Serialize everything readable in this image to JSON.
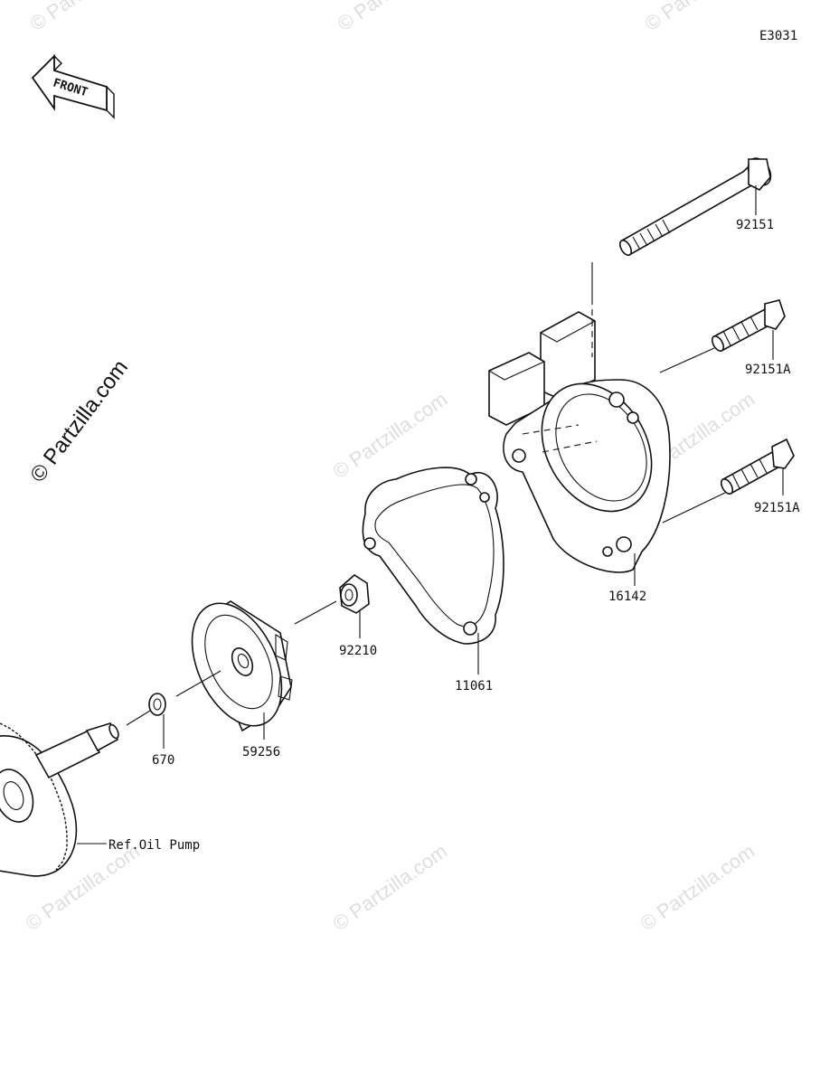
{
  "diagram": {
    "code": "E3031",
    "front_label": "FRONT",
    "watermark_main": "© Partzilla.com",
    "watermark_tile": "© Partzilla.com",
    "ref_note": "Ref.Oil Pump"
  },
  "parts": [
    {
      "id": "p1",
      "number": "92151"
    },
    {
      "id": "p2",
      "number": "92151A"
    },
    {
      "id": "p3",
      "number": "92151A"
    },
    {
      "id": "p4",
      "number": "16142"
    },
    {
      "id": "p5",
      "number": "11061"
    },
    {
      "id": "p6",
      "number": "92210"
    },
    {
      "id": "p7",
      "number": "59256"
    },
    {
      "id": "p8",
      "number": "670"
    }
  ]
}
